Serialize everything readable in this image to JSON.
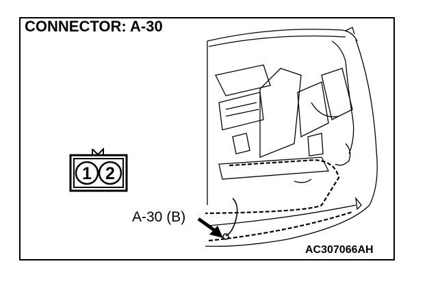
{
  "title": "CONNECTOR: A-30",
  "connector": {
    "pins": [
      "1",
      "2"
    ]
  },
  "callout_label": "A-30 (B)",
  "figure_code": "AC307066AH",
  "colors": {
    "ink": "#000000",
    "paper": "#ffffff"
  }
}
